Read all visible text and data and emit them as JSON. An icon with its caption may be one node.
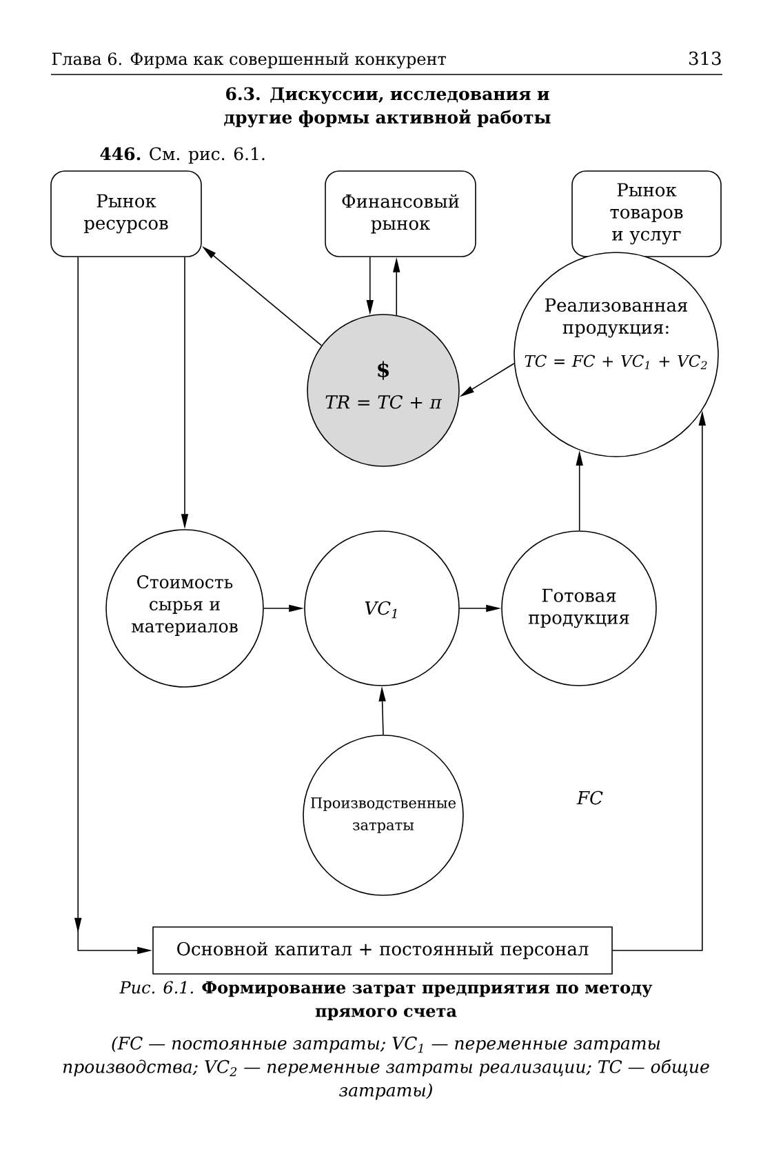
{
  "diagram": {
    "title": "6.3. Дискуссии, исследования и другие формы активной работы",
    "caption": "*Рис. 6.1.* **Формирование затрат предприятия по методу прямого счета**",
    "nodes": [
      {
        "text": [
          "Рынок ресурсов"
        ]
      },
      {
        "text": [
          "Финансовый рынок"
        ]
      },
      {
        "text": [
          "Рынок товаров и услуг"
        ]
      },
      {
        "text": [
          "$",
          "TR = TC + π"
        ]
      },
      {
        "text": [
          "Реализованная продукция:",
          "TC = FC + VC$_{1}$ + VC$_{2}$"
        ]
      },
      {
        "text": [
          "Стоимость сырья и материалов"
        ]
      },
      {
        "text": [
          "VC$_{1}$"
        ]
      },
      {
        "text": [
          "Готовая продукция"
        ]
      },
      {
        "text": [
          "Производственные затраты"
        ]
      },
      {
        "text": [
          "Основной капитал + постоянный персонал"
        ]
      }
    ],
    "edges": [
      {
        "from": 3,
        "to": 0,
        "arrow": "to"
      },
      {
        "from": 1,
        "to": 3,
        "arrow": "to"
      },
      {
        "from": 3,
        "to": 1,
        "arrow": "to"
      },
      {
        "from": 4,
        "to": 3,
        "arrow": "to"
      },
      {
        "from": 0,
        "to": 5,
        "arrow": "to"
      },
      {
        "from": 0,
        "to": 9,
        "arrow": "to"
      },
      {
        "from": 5,
        "to": 6,
        "arrow": "to"
      },
      {
        "from": 6,
        "to": 7,
        "arrow": "to"
      },
      {
        "from": 7,
        "to": 4,
        "arrow": "to"
      },
      {
        "from": 8,
        "to": 6,
        "arrow": "to"
      },
      {
        "from": 9,
        "to": 4,
        "arrow": "to"
      }
    ],
    "labels": [
      "Глава 6. Фирма как совершенный конкурент",
      "313",
      "**446.** См. рис. 6.1.",
      "FC",
      "(FC — постоянные затраты; VC$_{1}$ — переменные затраты производства; VC$_{2}$ — переменные затраты реализации; TC — общие затраты)"
    ]
  }
}
